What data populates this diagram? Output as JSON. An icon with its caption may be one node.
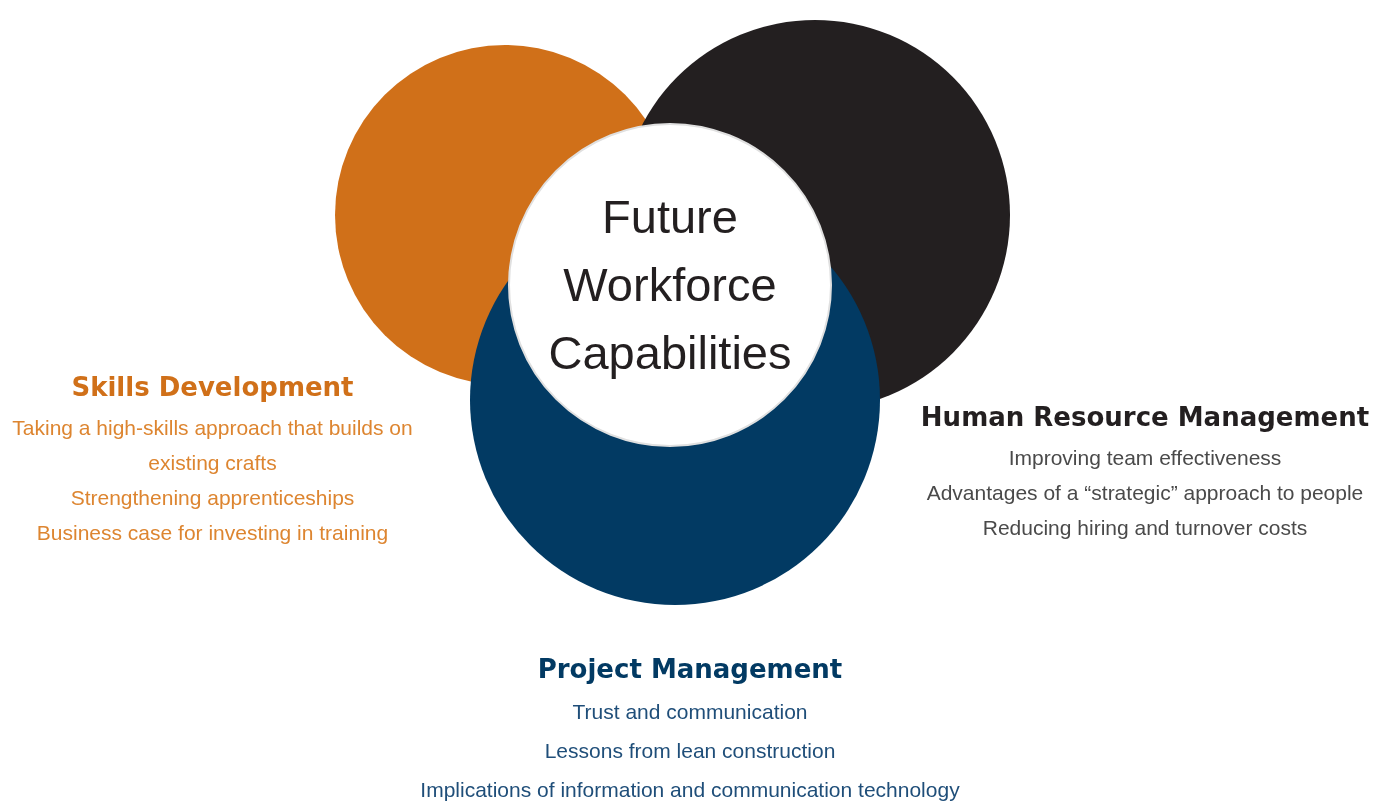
{
  "diagram": {
    "nodes": [
      {
        "text": [
          "Skills Development",
          "Taking a high-skills approach that builds on existing crafts",
          "Strengthening apprenticeships",
          "Business case for investing in training"
        ]
      },
      {
        "text": [
          "Human Resource Management",
          "Improving team effectiveness",
          "Advantages of a “strategic” approach to people",
          "Reducing hiring and turnover costs"
        ]
      },
      {
        "text": [
          "Project Management",
          "Trust and communication",
          "Lessons from lean construction",
          "Implications of information and communication technology"
        ]
      },
      {
        "text": [
          "Future Workforce Capabilities"
        ]
      }
    ]
  }
}
